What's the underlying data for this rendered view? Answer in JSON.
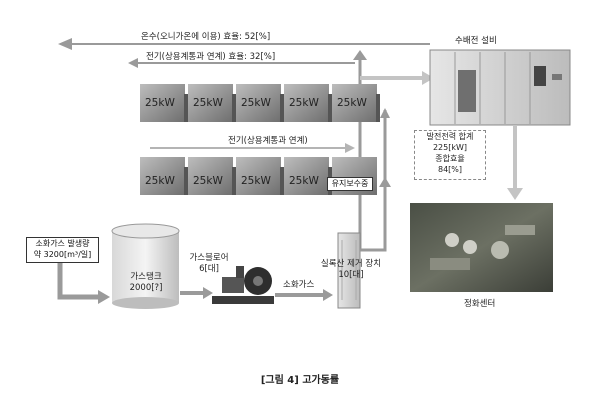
{
  "flows": {
    "hot_water": "온수(오니가온에 이용) 효율: 52[%]",
    "electricity_top": "전기(상용계통과 연계) 효율: 32[%]",
    "electricity_mid": "전기(상용계통과 연계)"
  },
  "generators": {
    "unit_label": "25kW",
    "maintenance_label": "유지보수중"
  },
  "switchgear": {
    "label": "수배전 설비"
  },
  "power_summary": {
    "line1": "발전전력 합계",
    "line2": "225[kW]",
    "line3": "종합효율",
    "line4": "84[%]"
  },
  "facility": {
    "label": "정화센터"
  },
  "gas_source": {
    "line1": "소화가스 발생량",
    "line2": "약 3200[m³/일]"
  },
  "gas_tank": {
    "line1": "가스탱크",
    "line2": "2000[?]"
  },
  "gas_blower": {
    "line1": "가스블로어",
    "line2": "6[대]"
  },
  "digestion_gas": {
    "label": "소화가스"
  },
  "siloxane": {
    "line1": "실록산 제거 장치",
    "line2": "10[대]"
  },
  "caption": "[그림 4] 고가동률"
}
